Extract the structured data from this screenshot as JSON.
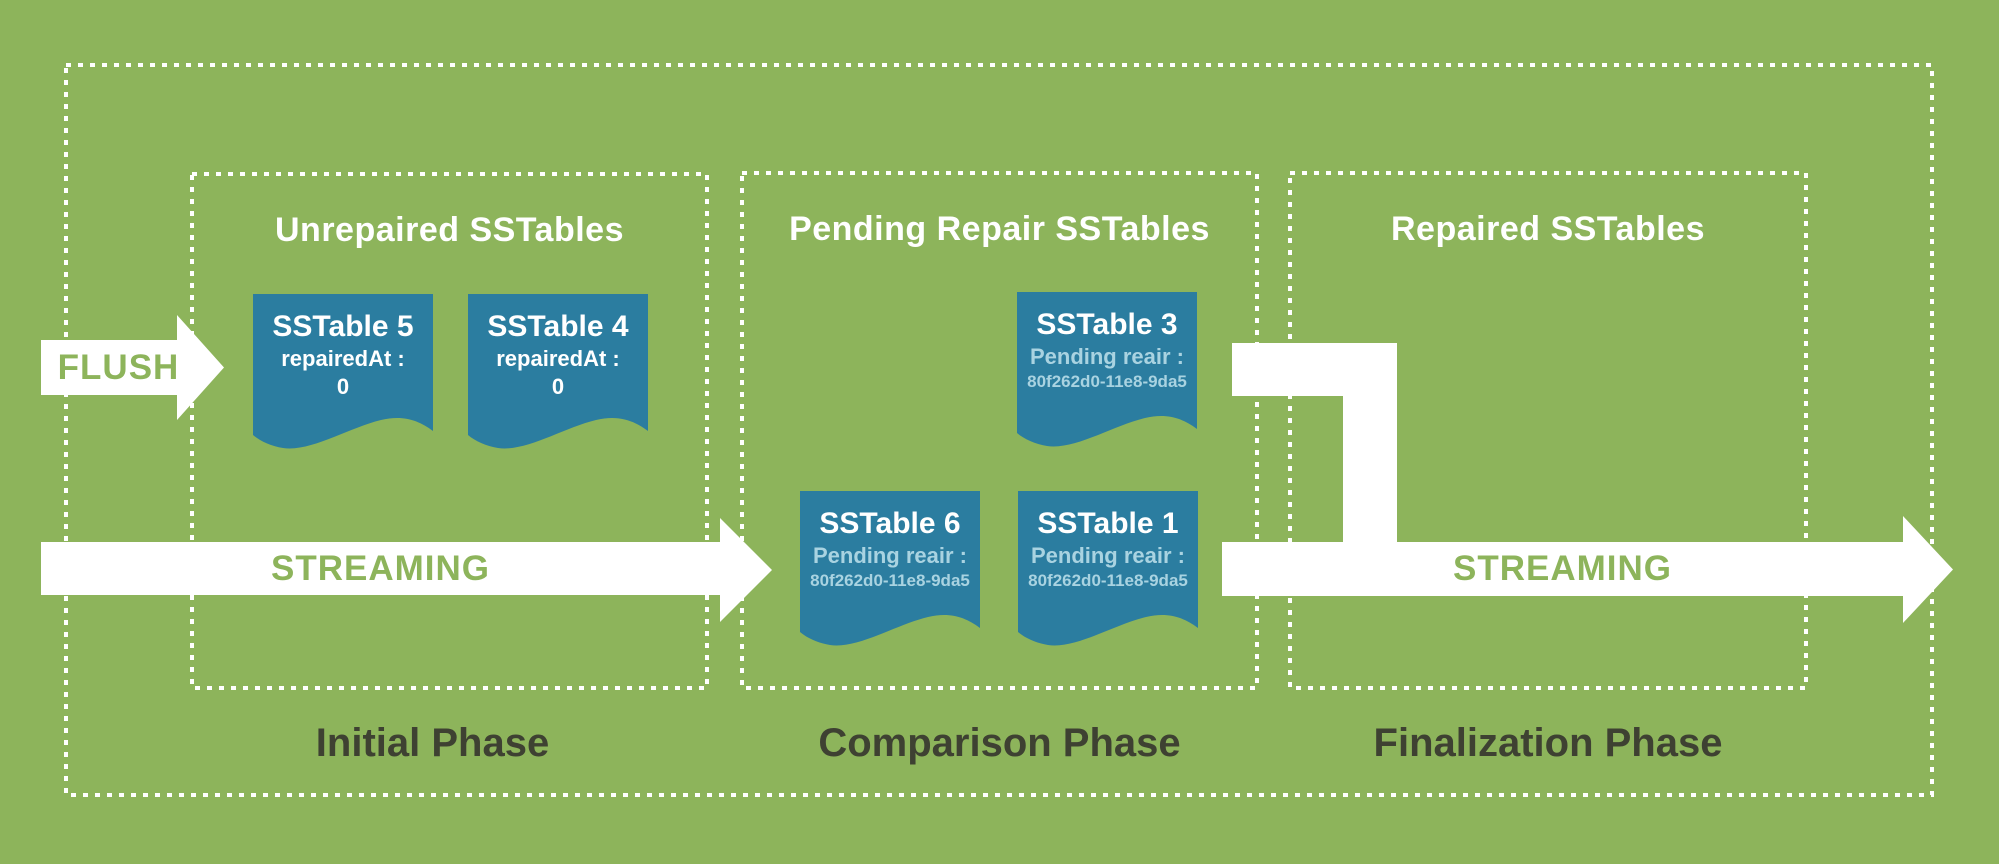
{
  "sections": [
    {
      "title": "Unrepaired SSTables",
      "phase": "Initial Phase"
    },
    {
      "title": "Pending Repair SSTables",
      "phase": "Comparison Phase"
    },
    {
      "title": "Repaired SSTables",
      "phase": "Finalization Phase"
    }
  ],
  "arrows": {
    "flush": "FLUSH",
    "streaming_left": "STREAMING",
    "streaming_right": "STREAMING"
  },
  "sstables": [
    {
      "name": "SSTable 5",
      "field_label": "repairedAt :",
      "field_value": "0"
    },
    {
      "name": "SSTable 4",
      "field_label": "repairedAt :",
      "field_value": "0"
    },
    {
      "name": "SSTable 3",
      "field_label": "Pending reair :",
      "field_value": "80f262d0-11e8-9da5"
    },
    {
      "name": "SSTable 6",
      "field_label": "Pending reair :",
      "field_value": "80f262d0-11e8-9da5"
    },
    {
      "name": "SSTable 1",
      "field_label": "Pending reair :",
      "field_value": "80f262d0-11e8-9da5"
    }
  ],
  "colors": {
    "background_green": "#8db45b",
    "sstable_teal": "#2b7da0",
    "pending_text_blue": "#a9d3e1",
    "phase_text_dark": "#3e4132",
    "arrow_white": "#ffffff",
    "dashed_border_white": "#ffffff"
  }
}
